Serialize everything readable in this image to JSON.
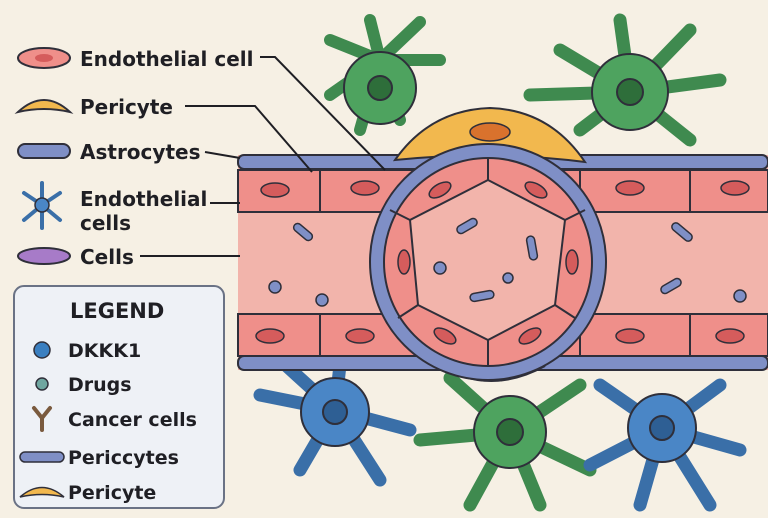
{
  "labels": {
    "endothelial_cell": "Endothelial cell",
    "pericyte": "Pericyte",
    "astrocytes": "Astrocytes",
    "endothelial_cells_line1": "Endothelial",
    "endothelial_cells_line2": "cells",
    "cells": "Cells"
  },
  "legend": {
    "title": "LEGEND",
    "items": [
      {
        "label": "DKKK1"
      },
      {
        "label": "Drugs"
      },
      {
        "label": "Cancer cells"
      },
      {
        "label": "Periccytes"
      },
      {
        "label": "Pericyte"
      }
    ]
  },
  "colors": {
    "background": "#f6f0e4",
    "endothelial": "#ef8f8a",
    "endothelial_nucleus": "#d55c5c",
    "lumen": "#f2b4ab",
    "membrane": "#7f8fc6",
    "pericyte": "#f2b84e",
    "astrocyte_green": "#4ea35f",
    "astrocyte_blue": "#4a86c6",
    "dkk1_dot": "#3a7fc0",
    "drug_dot": "#6fa6a0",
    "cancer_cell": "#7a5a3e",
    "cells_purple": "#a77bc8",
    "outline": "#2f2f3a"
  },
  "icons": [
    "endothelial-cell-icon",
    "pericyte-icon",
    "astrocyte-membrane-icon",
    "astrocyte-star-icon",
    "purple-cell-icon",
    "dkk1-dot-icon",
    "drug-dot-icon",
    "cancer-cell-receptor-icon"
  ]
}
